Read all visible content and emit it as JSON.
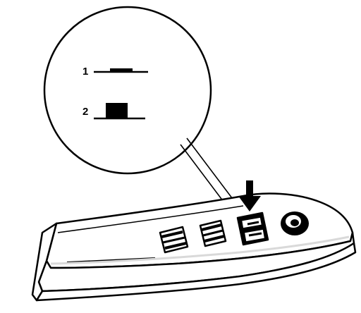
{
  "callout": {
    "labels": [
      {
        "id": "1",
        "text": "1"
      },
      {
        "id": "2",
        "text": "2"
      }
    ]
  },
  "colors": {
    "ink": "#000000",
    "paper": "#ffffff",
    "shade": "#d9d9d9"
  },
  "icons": {
    "press_arrow": "arrow-down-icon",
    "mirror_knob": "mirror-control-knob"
  }
}
